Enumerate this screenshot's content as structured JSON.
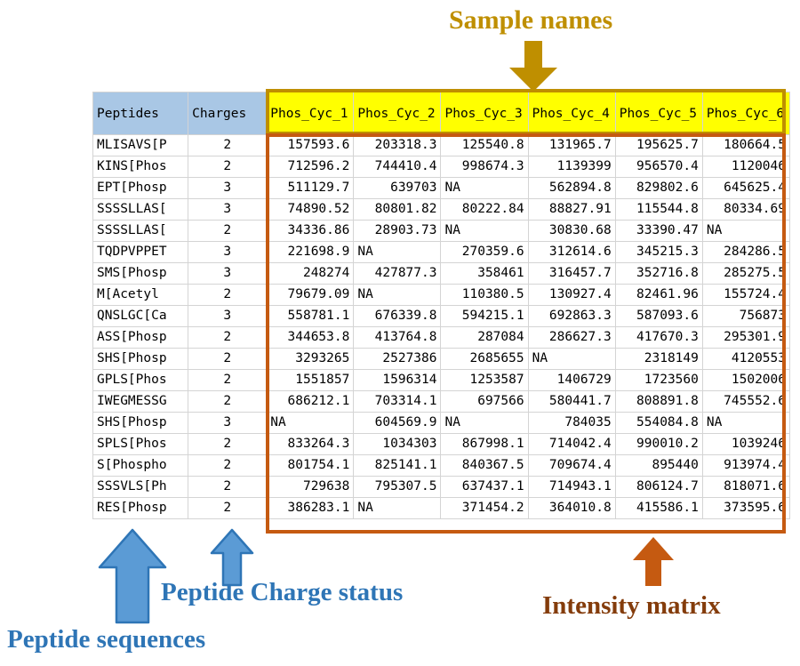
{
  "annotations": {
    "sample_names": "Sample names",
    "intensity_matrix": "Intensity matrix",
    "peptide_charge_status": "Peptide Charge status",
    "peptide_sequences": "Peptide sequences"
  },
  "colors": {
    "sample_names_accent": "#bf8f00",
    "intensity_matrix_accent": "#c55a11",
    "peptide_accent": "#2e75b6",
    "header_fill": "#a9c7e5",
    "sample_header_fill": "#ffff00"
  },
  "table": {
    "headers": {
      "peptides": "Peptides",
      "charges": "Charges",
      "samples": [
        "Phos_Cyc_1",
        "Phos_Cyc_2",
        "Phos_Cyc_3",
        "Phos_Cyc_4",
        "Phos_Cyc_5",
        "Phos_Cyc_6"
      ]
    },
    "rows": [
      {
        "peptide": "MLISAVS[P",
        "charge": "2",
        "values": [
          "157593.6",
          "203318.3",
          "125540.8",
          "131965.7",
          "195625.7",
          "180664.5"
        ]
      },
      {
        "peptide": "KINS[Phos",
        "charge": "2",
        "values": [
          "712596.2",
          "744410.4",
          "998674.3",
          "1139399",
          "956570.4",
          "1120046"
        ]
      },
      {
        "peptide": "EPT[Phosp",
        "charge": "3",
        "values": [
          "511129.7",
          "639703",
          "NA",
          "562894.8",
          "829802.6",
          "645625.4"
        ]
      },
      {
        "peptide": "SSSSLLAS[",
        "charge": "3",
        "values": [
          "74890.52",
          "80801.82",
          "80222.84",
          "88827.91",
          "115544.8",
          "80334.69"
        ]
      },
      {
        "peptide": "SSSSLLAS[",
        "charge": "2",
        "values": [
          "34336.86",
          "28903.73",
          "NA",
          "30830.68",
          "33390.47",
          "NA"
        ]
      },
      {
        "peptide": "TQDPVPPET",
        "charge": "3",
        "values": [
          "221698.9",
          "NA",
          "270359.6",
          "312614.6",
          "345215.3",
          "284286.5"
        ]
      },
      {
        "peptide": "SMS[Phosp",
        "charge": "3",
        "values": [
          "248274",
          "427877.3",
          "358461",
          "316457.7",
          "352716.8",
          "285275.5"
        ]
      },
      {
        "peptide": "M[Acetyl",
        "charge": "2",
        "values": [
          "79679.09",
          "NA",
          "110380.5",
          "130927.4",
          "82461.96",
          "155724.4"
        ]
      },
      {
        "peptide": "QNSLGC[Ca",
        "charge": "3",
        "values": [
          "558781.1",
          "676339.8",
          "594215.1",
          "692863.3",
          "587093.6",
          "756873"
        ]
      },
      {
        "peptide": "ASS[Phosp",
        "charge": "2",
        "values": [
          "344653.8",
          "413764.8",
          "287084",
          "286627.3",
          "417670.3",
          "295301.9"
        ]
      },
      {
        "peptide": "SHS[Phosp",
        "charge": "2",
        "values": [
          "3293265",
          "2527386",
          "2685655",
          "NA",
          "2318149",
          "4120553"
        ]
      },
      {
        "peptide": "GPLS[Phos",
        "charge": "2",
        "values": [
          "1551857",
          "1596314",
          "1253587",
          "1406729",
          "1723560",
          "1502006"
        ]
      },
      {
        "peptide": "IWEGMESSG",
        "charge": "2",
        "values": [
          "686212.1",
          "703314.1",
          "697566",
          "580441.7",
          "808891.8",
          "745552.6"
        ]
      },
      {
        "peptide": "SHS[Phosp",
        "charge": "3",
        "values": [
          "NA",
          "604569.9",
          "NA",
          "784035",
          "554084.8",
          "NA"
        ]
      },
      {
        "peptide": "SPLS[Phos",
        "charge": "2",
        "values": [
          "833264.3",
          "1034303",
          "867998.1",
          "714042.4",
          "990010.2",
          "1039246"
        ]
      },
      {
        "peptide": "S[Phospho",
        "charge": "2",
        "values": [
          "801754.1",
          "825141.1",
          "840367.5",
          "709674.4",
          "895440",
          "913974.4"
        ]
      },
      {
        "peptide": "SSSVLS[Ph",
        "charge": "2",
        "values": [
          "729638",
          "795307.5",
          "637437.1",
          "714943.1",
          "806124.7",
          "818071.6"
        ]
      },
      {
        "peptide": "RES[Phosp",
        "charge": "2",
        "values": [
          "386283.1",
          "NA",
          "371454.2",
          "364010.8",
          "415586.1",
          "373595.6"
        ]
      }
    ]
  }
}
